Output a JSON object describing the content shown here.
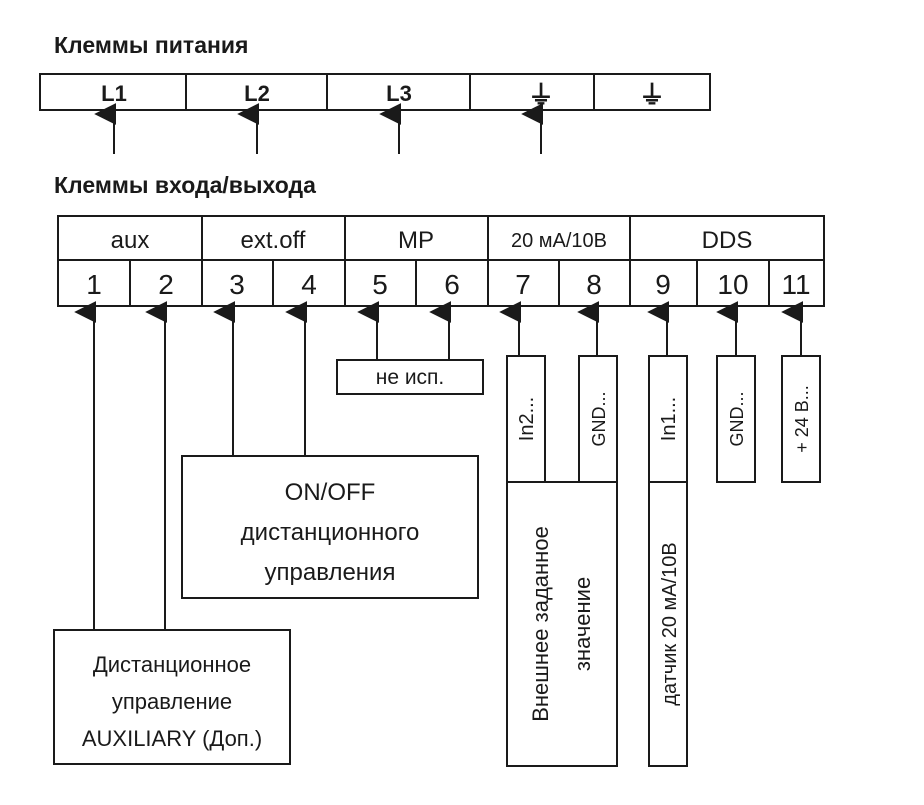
{
  "power_section": {
    "title": "Клеммы питания",
    "terminals": [
      "L1",
      "L2",
      "L3",
      "⏚",
      "⏚"
    ]
  },
  "io_section": {
    "title": "Клеммы входа/выхода",
    "groups": [
      "aux",
      "ext.off",
      "MP",
      "20 мА/10В",
      "DDS"
    ],
    "terminals": [
      "1",
      "2",
      "3",
      "4",
      "5",
      "6",
      "7",
      "8",
      "9",
      "10",
      "11"
    ]
  },
  "connections": {
    "not_used": "не исп.",
    "in2": "In2...",
    "gnd_8": "GND...",
    "in1": "In1...",
    "gnd_10": "GND...",
    "plus24": "+ 24 В..."
  },
  "descriptions": {
    "onoff": [
      "ON/OFF",
      "дистанционного",
      "управления"
    ],
    "aux": [
      "Дистанционное",
      "управление",
      "AUXILIARY (Доп.)"
    ],
    "external": [
      "Внешнее заданное",
      "значение"
    ],
    "sensor": "датчик 20 мА/10В"
  }
}
